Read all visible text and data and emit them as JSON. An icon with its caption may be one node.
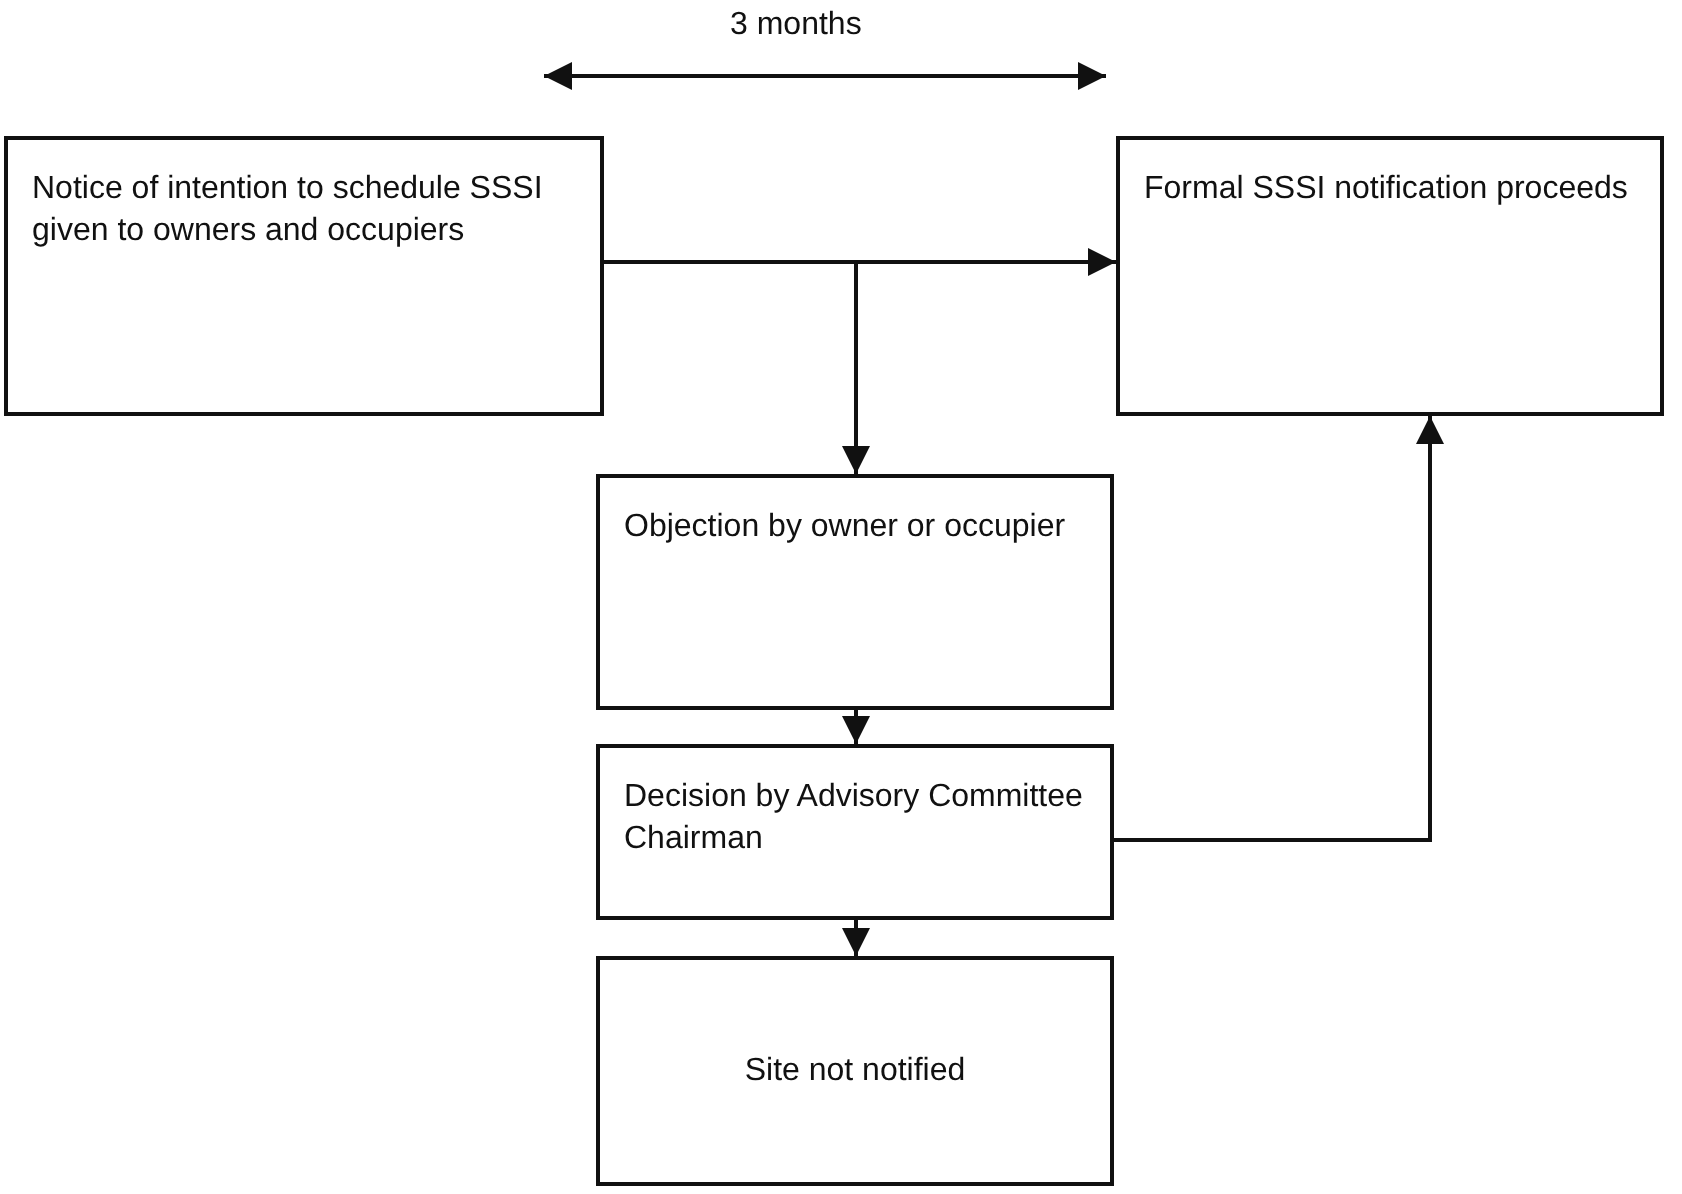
{
  "diagram": {
    "nodes": [
      {
        "text": [
          "Notice of intention to schedule SSSI given to owners and occupiers"
        ]
      },
      {
        "text": [
          "Formal SSSI notification proceeds"
        ]
      },
      {
        "text": [
          "Objection by owner or occupier"
        ]
      },
      {
        "text": [
          "Decision by Advisory Committee Chairman"
        ]
      },
      {
        "text": [
          "Site not notified"
        ]
      }
    ],
    "edges": [
      {
        "from": 0,
        "to": 1,
        "arrow": "to"
      },
      {
        "from": 0,
        "to": 2,
        "arrow": "to"
      },
      {
        "from": 2,
        "to": 3,
        "arrow": "to"
      },
      {
        "from": 3,
        "to": 4,
        "arrow": "to"
      },
      {
        "from": 3,
        "to": 1,
        "arrow": "to"
      }
    ],
    "labels": [
      "3 months"
    ]
  }
}
